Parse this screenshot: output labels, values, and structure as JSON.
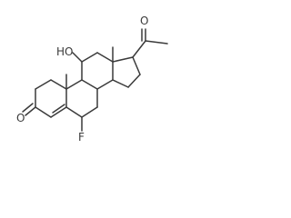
{
  "molecule": {
    "atom_labels": {
      "hydroxyl": "HO",
      "ketone_oxygen_ring_a": "O",
      "fluorine": "F",
      "acetyl_oxygen": "O"
    },
    "methyl_labels": [
      "",
      ""
    ]
  }
}
